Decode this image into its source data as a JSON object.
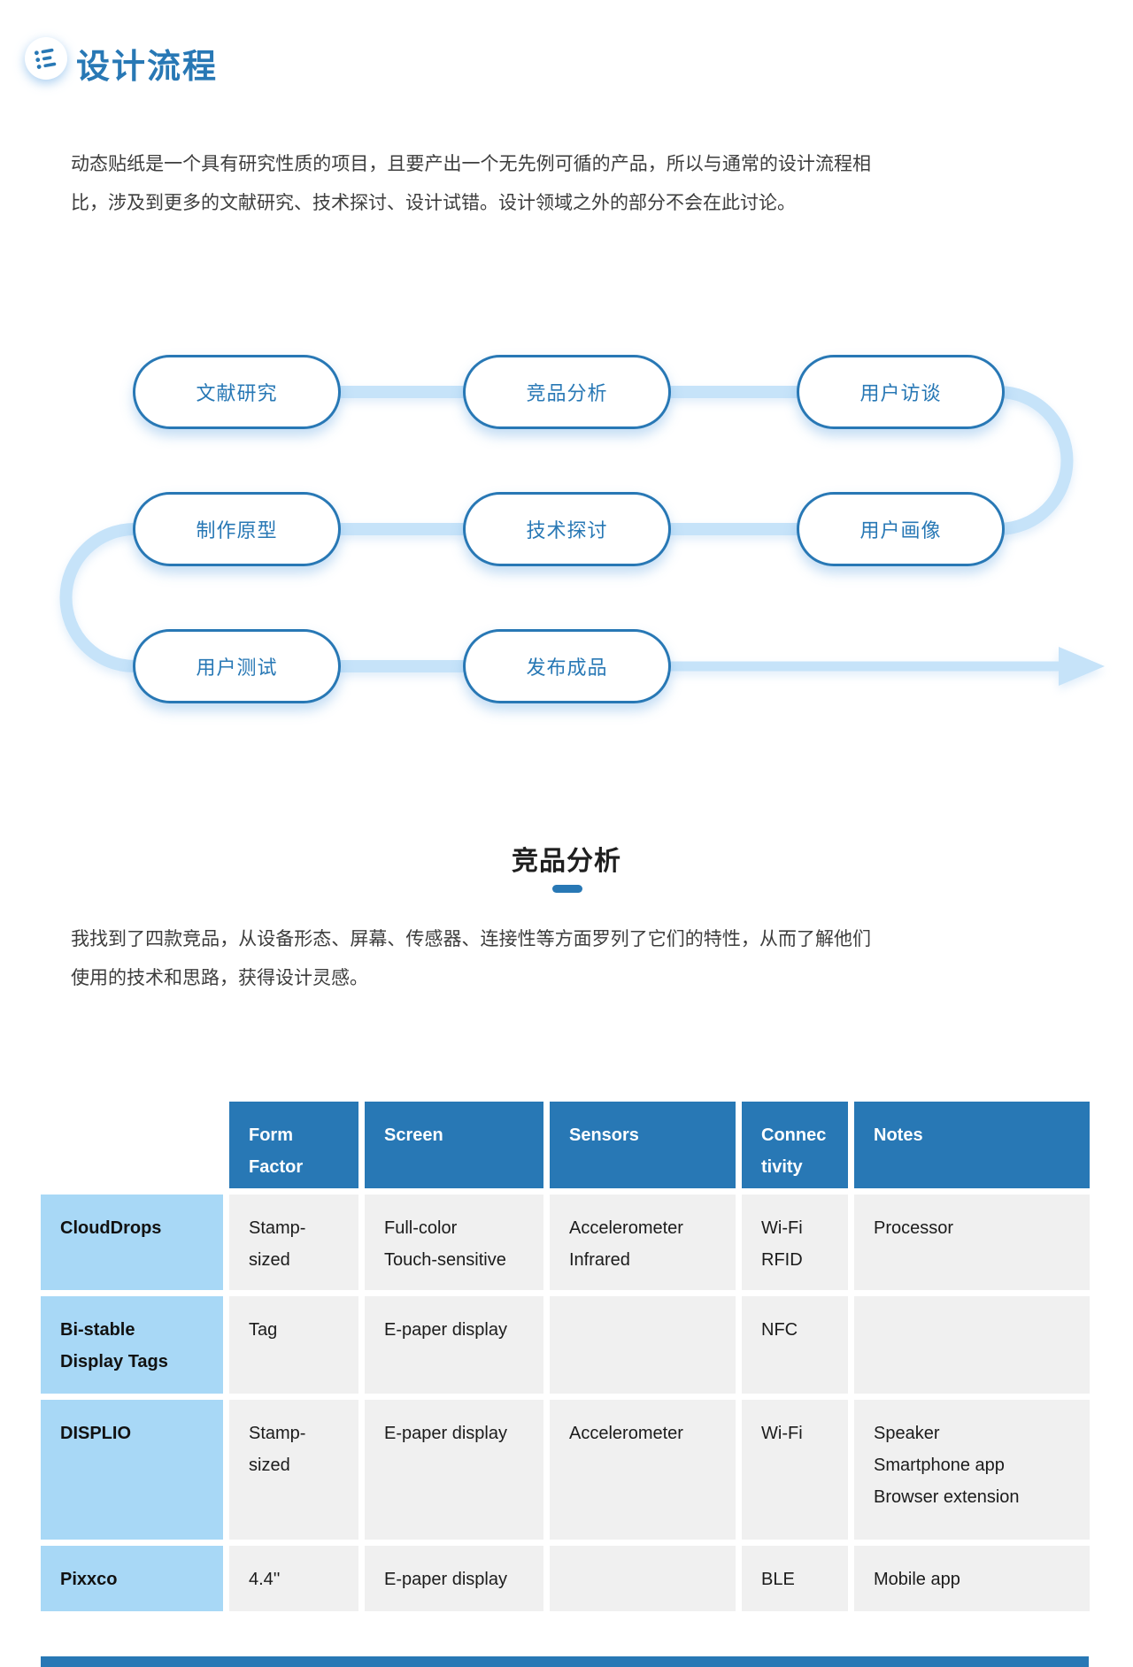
{
  "header": {
    "title": "设计流程",
    "icon": "list-icon"
  },
  "intro": "动态贴纸是一个具有研究性质的项目，且要产出一个无先例可循的产品，所以与通常的设计流程相比，涉及到更多的文献研究、技术探讨、设计试错。设计领域之外的部分不会在此讨论。",
  "flowchart": {
    "rows": [
      [
        "文献研究",
        "竞品分析",
        "用户访谈"
      ],
      [
        "制作原型",
        "技术探讨",
        "用户画像"
      ],
      [
        "用户测试",
        "发布成品"
      ]
    ]
  },
  "section": {
    "title": "竞品分析",
    "intro": "我找到了四款竞品，从设备形态、屏幕、传感器、连接性等方面罗列了它们的特性，从而了解他们使用的技术和思路，获得设计灵感。"
  },
  "table": {
    "columns": [
      "Form Factor",
      "Screen",
      "Sensors",
      "Connectivity",
      "Notes"
    ],
    "rows": [
      {
        "label": "CloudDrops",
        "cells": [
          "Stamp-\nsized",
          "Full-color\nTouch-sensitive",
          "Accelerometer\nInfrared",
          "Wi-Fi\nRFID",
          "Processor"
        ]
      },
      {
        "label": "Bi-stable\nDisplay Tags",
        "cells": [
          "Tag",
          "E-paper display",
          "",
          "NFC",
          ""
        ]
      },
      {
        "label": "DISPLIO",
        "cells": [
          "Stamp-\nsized",
          "E-paper display",
          "Accelerometer",
          "Wi-Fi",
          "Speaker\nSmartphone app\nBrowser extension"
        ]
      },
      {
        "label": "Pixxco",
        "cells": [
          "4.4''",
          "E-paper display",
          "",
          "BLE",
          "Mobile app"
        ]
      }
    ]
  },
  "colors": {
    "accent_blue": "#2878b5",
    "node_text": "#2878b5",
    "connector_light_blue": "#c6e3f9",
    "row_label_blue": "#a8d8f6",
    "cell_gray": "#f0f0f0",
    "heading_dark": "#1f1f1f"
  }
}
